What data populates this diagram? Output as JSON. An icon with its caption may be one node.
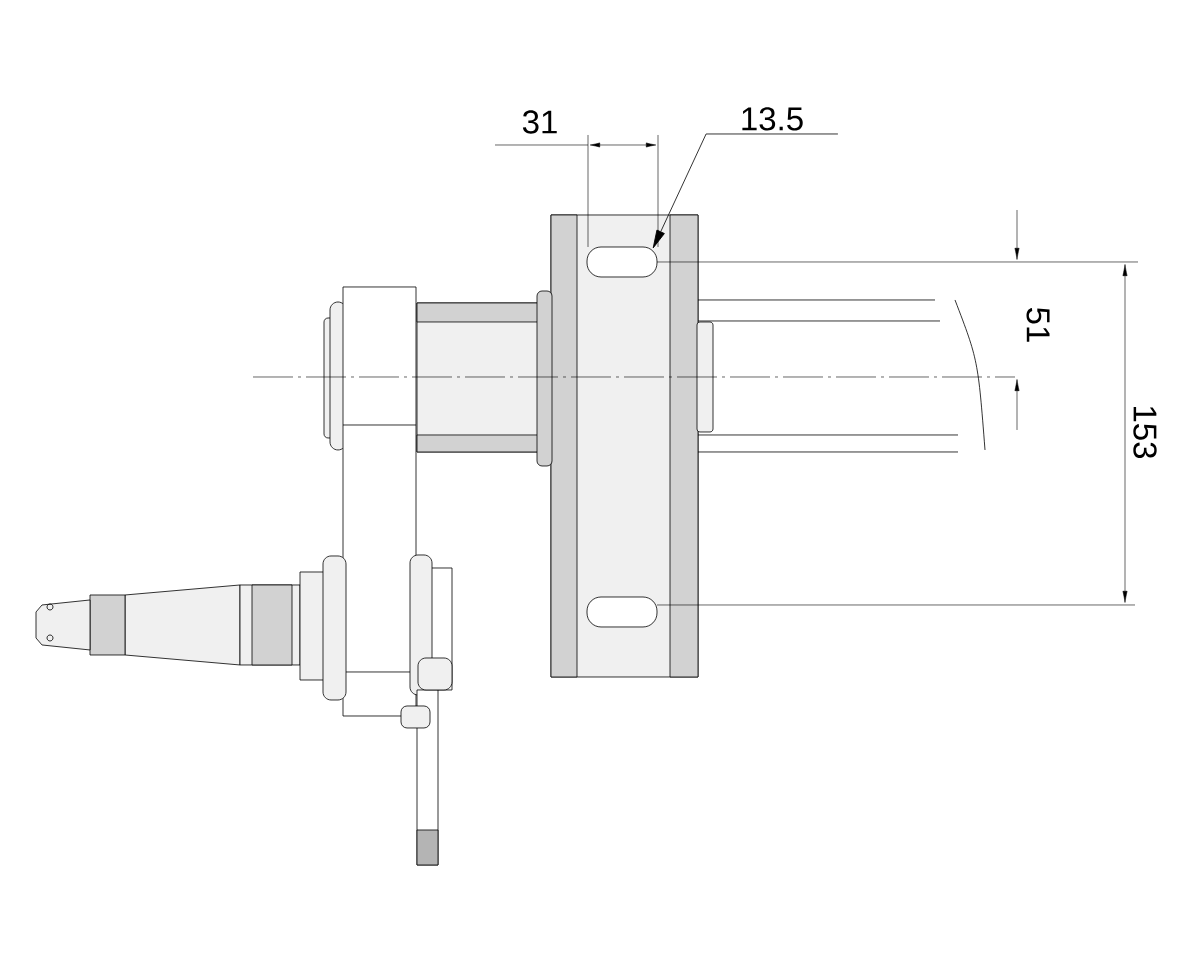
{
  "diagram": {
    "nodes": [
      {
        "text": [
          "13.5"
        ]
      },
      {
        "text": [],
        "shape": "slot"
      }
    ],
    "edges": [
      {
        "from": 0,
        "to": 1,
        "arrow": "to"
      }
    ],
    "labels": [
      "31",
      "51",
      "153"
    ]
  }
}
